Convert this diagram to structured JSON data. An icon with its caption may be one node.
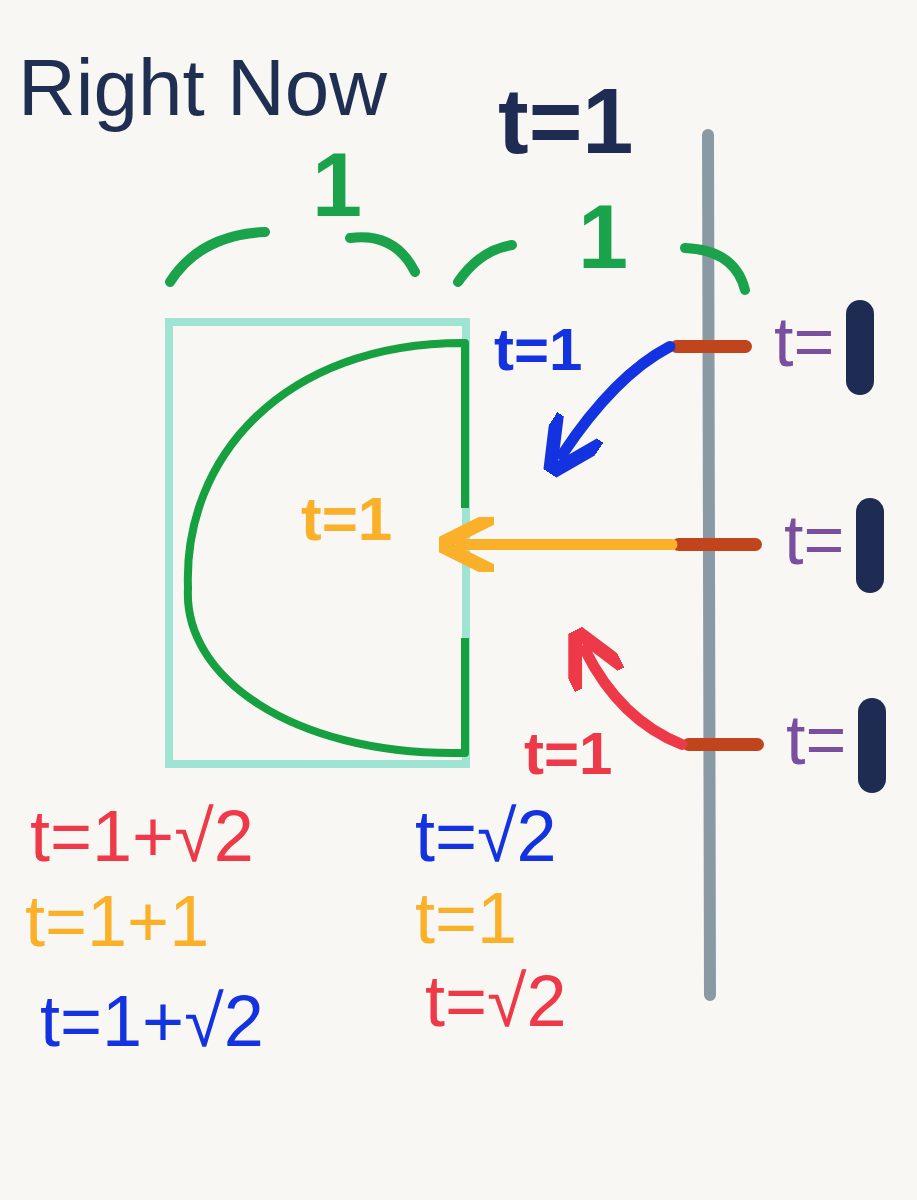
{
  "diagram": {
    "title": "Right Now",
    "nodes": [
      {
        "text": [],
        "shape": "box"
      },
      {
        "text": [
          "t=1"
        ],
        "in": 0
      },
      {
        "text": [],
        "shape": "bar",
        "beside": [
          "t="
        ]
      },
      {
        "text": [],
        "shape": "bar",
        "beside": [
          "t="
        ]
      },
      {
        "text": [],
        "shape": "bar",
        "beside": [
          "t="
        ]
      }
    ],
    "edges": [
      {
        "from": 2,
        "to": null,
        "arrow": "to",
        "label": "t=1",
        "color": "#1433e0"
      },
      {
        "from": 3,
        "to": 1,
        "arrow": "to",
        "color": "#fbb02a"
      },
      {
        "from": 4,
        "to": null,
        "arrow": "to",
        "label": "t=1",
        "color": "#ee3a48"
      }
    ],
    "labels": [
      "t=1",
      "1",
      "1",
      "t=1+√2",
      "t=√2",
      "t=1+1",
      "t=1",
      "t=1+√2",
      "t=√2"
    ]
  }
}
